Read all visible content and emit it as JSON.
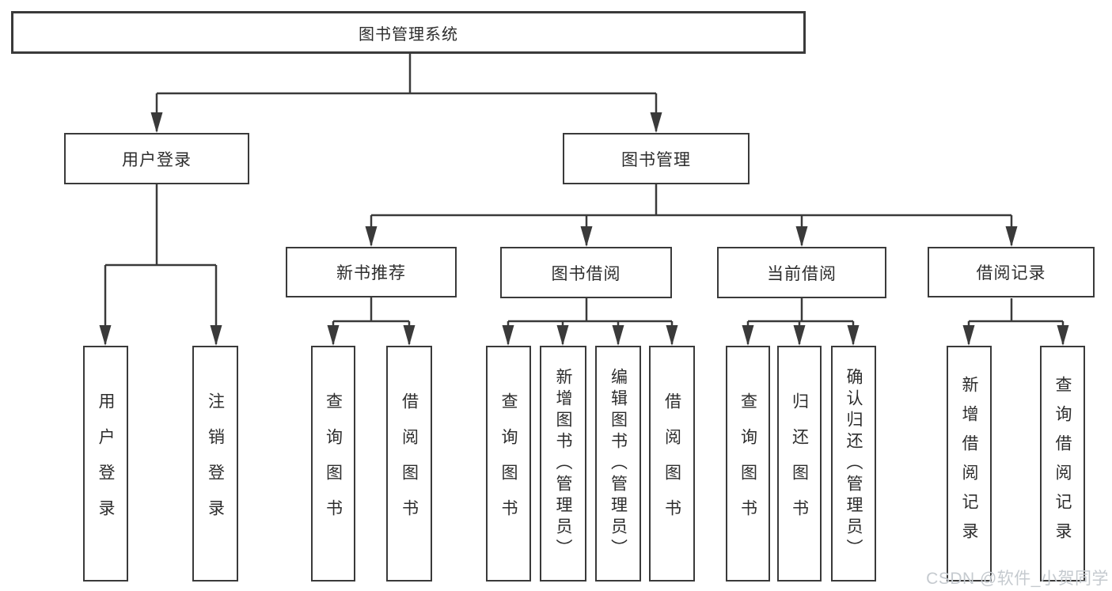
{
  "diagram": {
    "root": {
      "label": "图书管理系统"
    },
    "level2": {
      "user_login": {
        "label": "用户登录"
      },
      "book_mgmt": {
        "label": "图书管理"
      }
    },
    "level3": {
      "new_book_rec": {
        "label": "新书推荐"
      },
      "book_borrow": {
        "label": "图书借阅"
      },
      "current_borrow": {
        "label": "当前借阅"
      },
      "borrow_records": {
        "label": "借阅记录"
      }
    },
    "leaves": {
      "user_login": {
        "label": "用户登录"
      },
      "logout": {
        "label": "注销登录"
      },
      "rec_query_books": {
        "label": "查询图书"
      },
      "rec_borrow_books": {
        "label": "借阅图书"
      },
      "bor_query_books": {
        "label": "查询图书"
      },
      "bor_add_books": {
        "label": "新增图书（管理员）"
      },
      "bor_edit_books": {
        "label": "编辑图书（管理员）"
      },
      "bor_borrow_books": {
        "label": "借阅图书"
      },
      "cur_query_books": {
        "label": "查询图书"
      },
      "cur_return_books": {
        "label": "归还图书"
      },
      "cur_confirm_return": {
        "label": "确认归还（管理员）"
      },
      "rcd_add_record": {
        "label": "新增借阅记录"
      },
      "rcd_query_record": {
        "label": "查询借阅记录"
      }
    }
  },
  "watermark": {
    "text": "CSDN @软件_小贺同学"
  },
  "colors": {
    "line": "#3a3a3a",
    "text": "#2d2d2d",
    "watermark": "#c5cacf",
    "background": "#ffffff"
  }
}
